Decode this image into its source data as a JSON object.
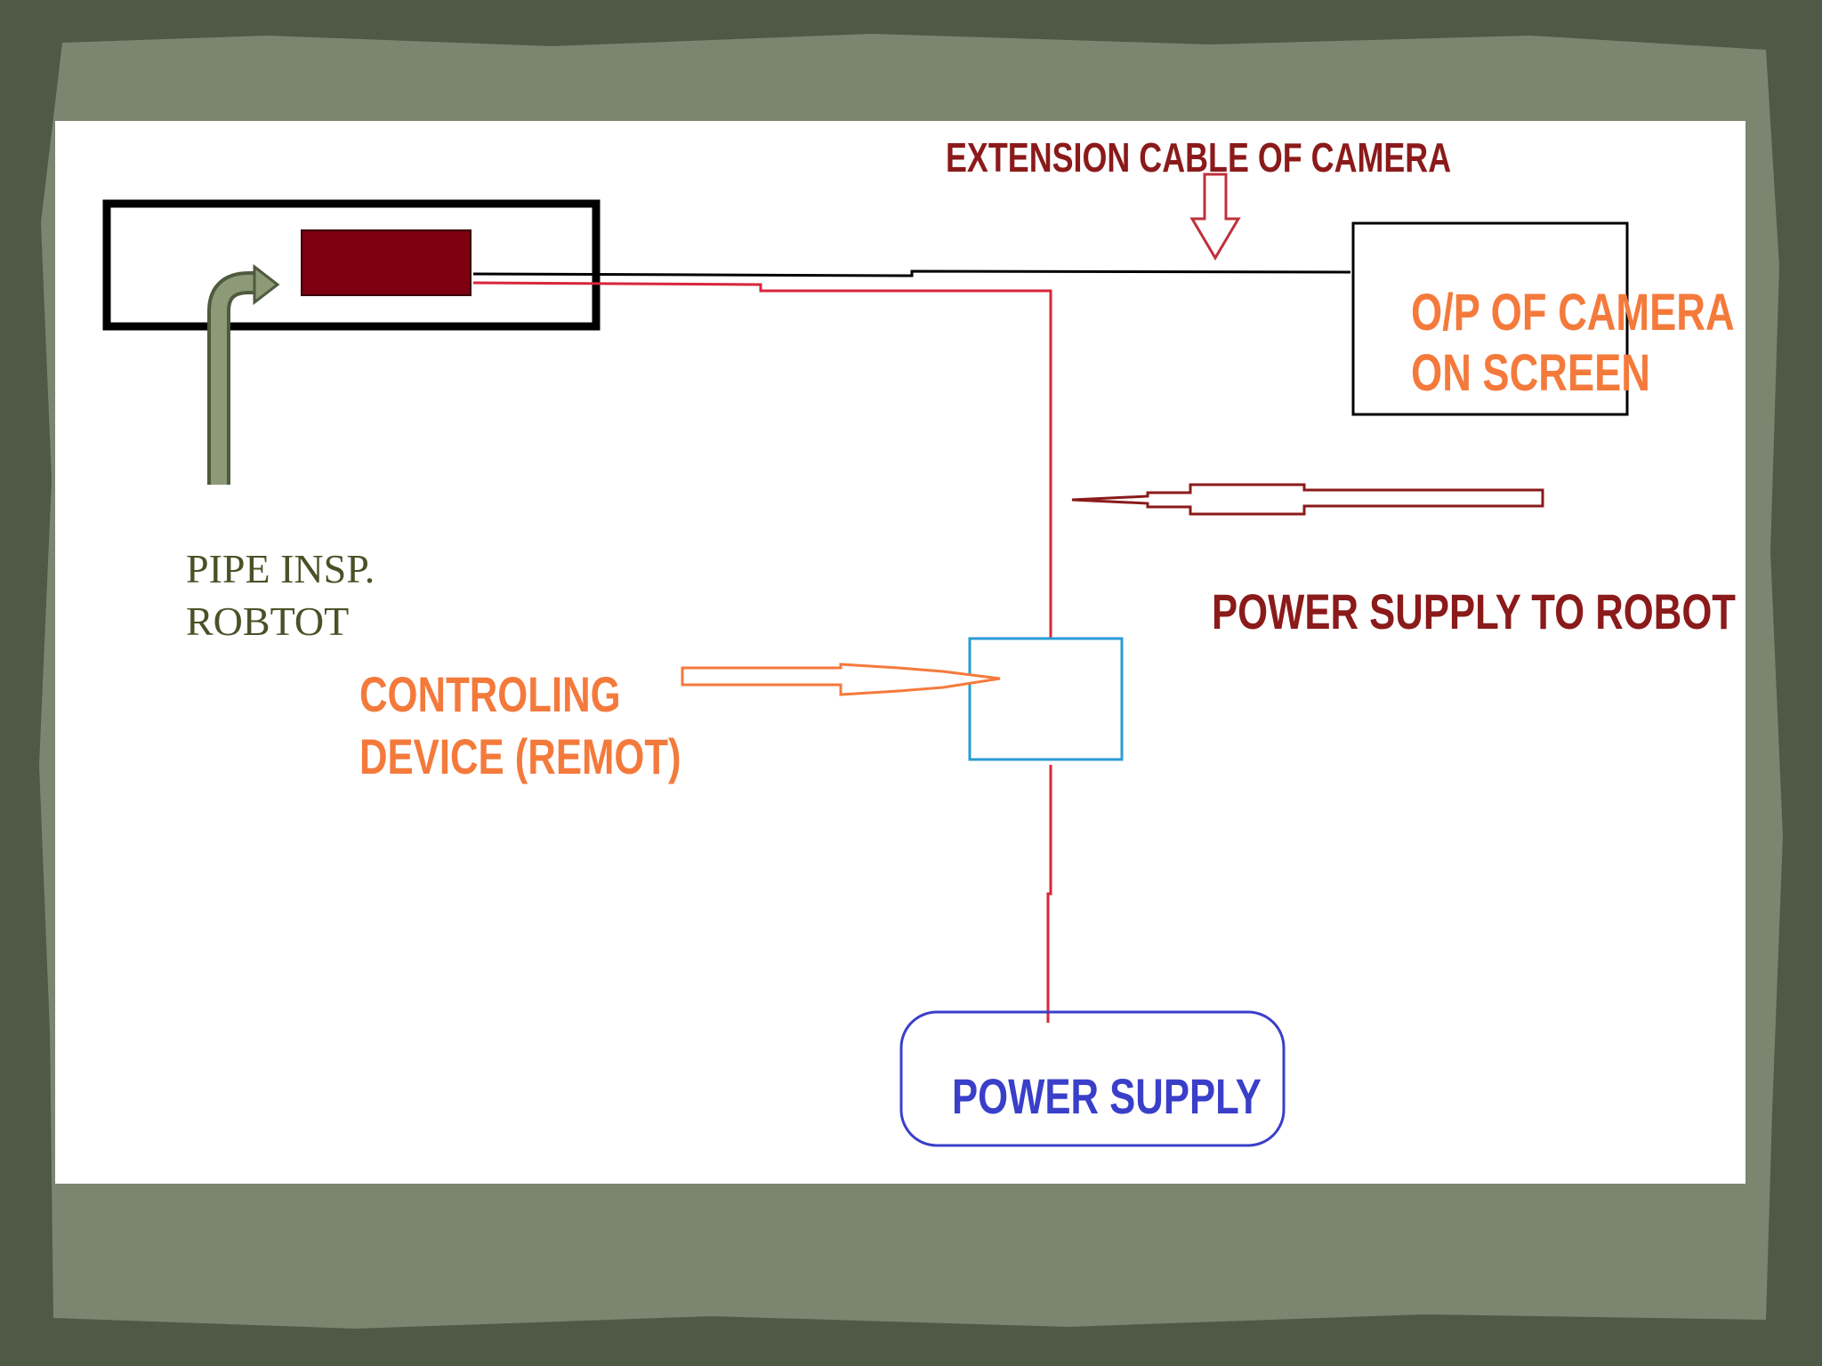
{
  "diagram": {
    "labels": {
      "extension_cable": "EXTENSION CABLE  OF CAMERA",
      "camera_output_line1": "O/P OF CAMERA",
      "camera_output_line2": "ON SCREEN",
      "power_supply_to_robot": "POWER SUPPLY TO ROBOT",
      "pipe_robot_line1": "PIPE INSP.",
      "pipe_robot_line2": "ROBTOT",
      "controlling_device_line1": "CONTROLING",
      "controlling_device_line2": "DEVICE (REMOT)",
      "power_supply": "POWER SUPPLY"
    },
    "colors": {
      "background": "#4f5a46",
      "card": "#ffffff",
      "camera_block": "#7d0010",
      "red_wire": "#d8263a",
      "dark_red_text": "#8b1a1a",
      "orange_text": "#f47a3c",
      "blue_text": "#3a3fc9",
      "controller_box": "#2a9bd6",
      "bent_arrow": "#8c9a78"
    }
  }
}
